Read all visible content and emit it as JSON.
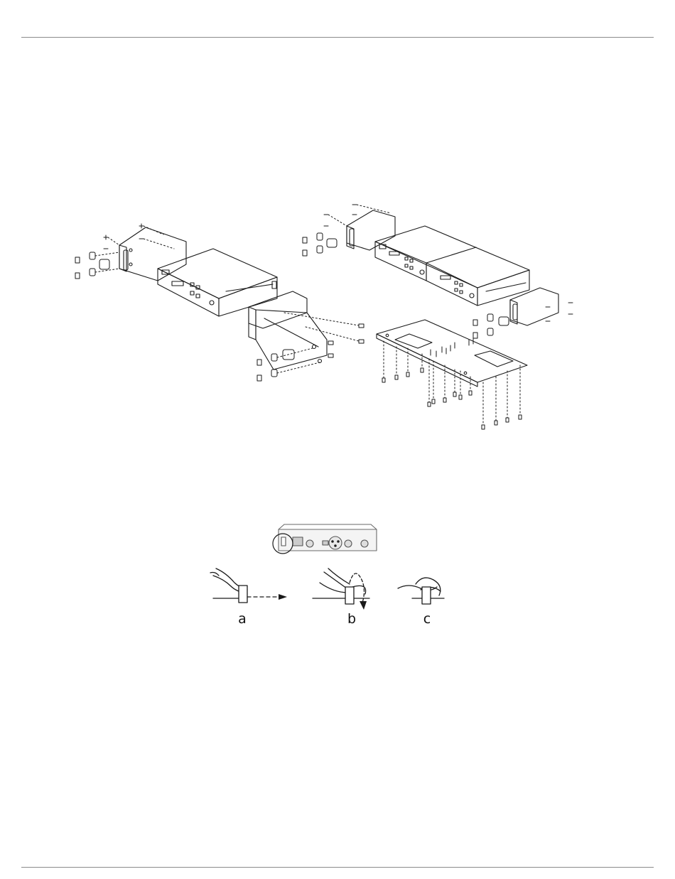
{
  "figures": {
    "cable_steps": {
      "labels": [
        "a",
        "b",
        "c"
      ]
    }
  }
}
